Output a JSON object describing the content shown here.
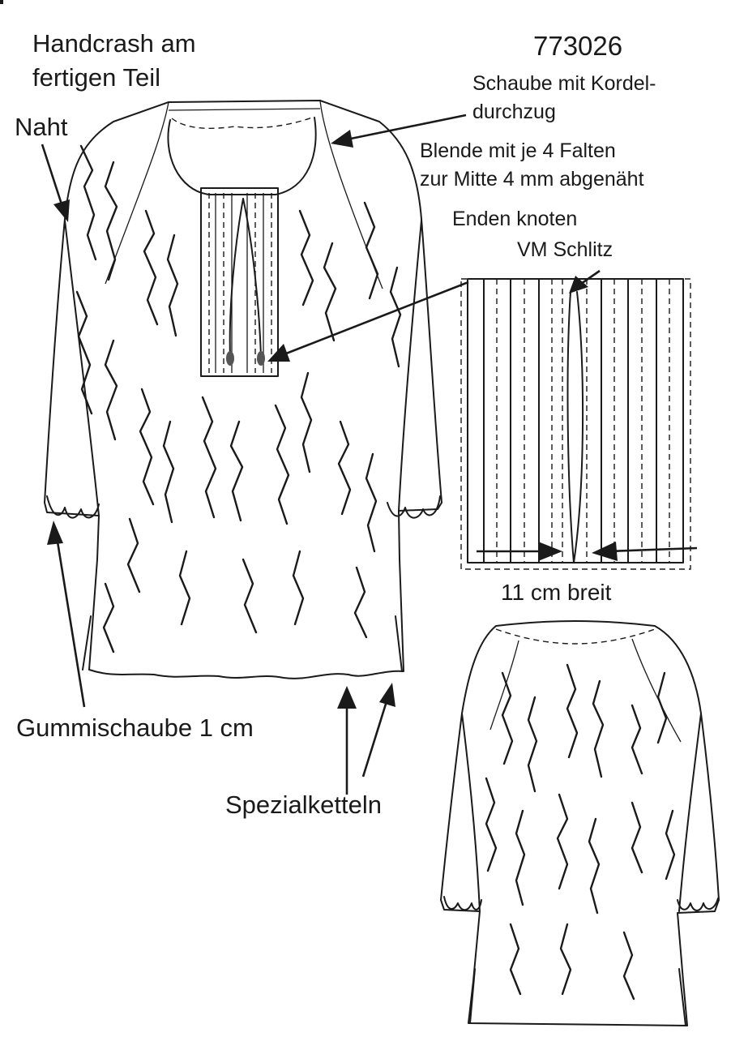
{
  "labels": {
    "handcrash_line1": "Handcrash am",
    "handcrash_line2": "fertigen Teil",
    "article_number": "773026",
    "schaube_line1": "Schaube mit Kordel-",
    "schaube_line2": "durchzug",
    "blende_line1": "Blende mit je 4 Falten",
    "blende_line2": "zur Mitte 4 mm abgenäht",
    "naht": "Naht",
    "enden_knoten": "Enden  knoten",
    "vm_schlitz": "VM Schlitz",
    "breite": "11 cm breit",
    "gummischaube": "Gummischaube 1 cm",
    "spezialketteln": "Spezialketteln"
  }
}
